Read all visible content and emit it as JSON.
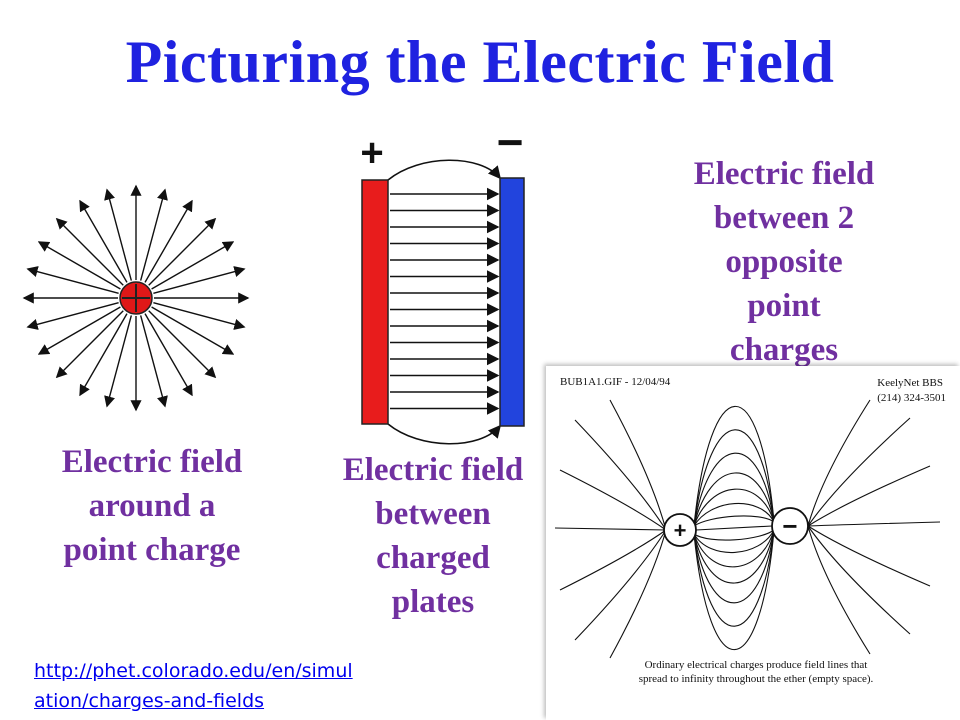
{
  "slide": {
    "title": "Picturing the Electric Field",
    "caption_point_charge": [
      "Electric field",
      "around a",
      "point charge"
    ],
    "caption_plates": [
      "Electric field",
      "between",
      "charged",
      "plates"
    ],
    "caption_dipole": [
      "Electric field",
      "between 2",
      "opposite",
      "point",
      "charges"
    ],
    "link_lines": [
      "http://phet.colorado.edu/en/simul",
      "ation/charges-and-fields"
    ]
  },
  "plates_figure": {
    "positive_sign": "+",
    "negative_sign": "−"
  },
  "point_charge_figure": {
    "charge_sign": "+"
  },
  "dipole_scan": {
    "file_label": "BUB1A1.GIF  -  12/04/94",
    "source_lines": [
      "KeelyNet BBS",
      "(214) 324-3501"
    ],
    "caption_lines": [
      "Ordinary electrical charges produce field lines that",
      "spread to infinity throughout the ether (empty space)."
    ],
    "positive_sign": "+",
    "negative_sign": "−"
  },
  "colors": {
    "title": "#1f22e0",
    "captions": "#7030a0",
    "positive_plate": "#e81c1c",
    "negative_plate": "#2244dd",
    "charge": "#e01818"
  }
}
